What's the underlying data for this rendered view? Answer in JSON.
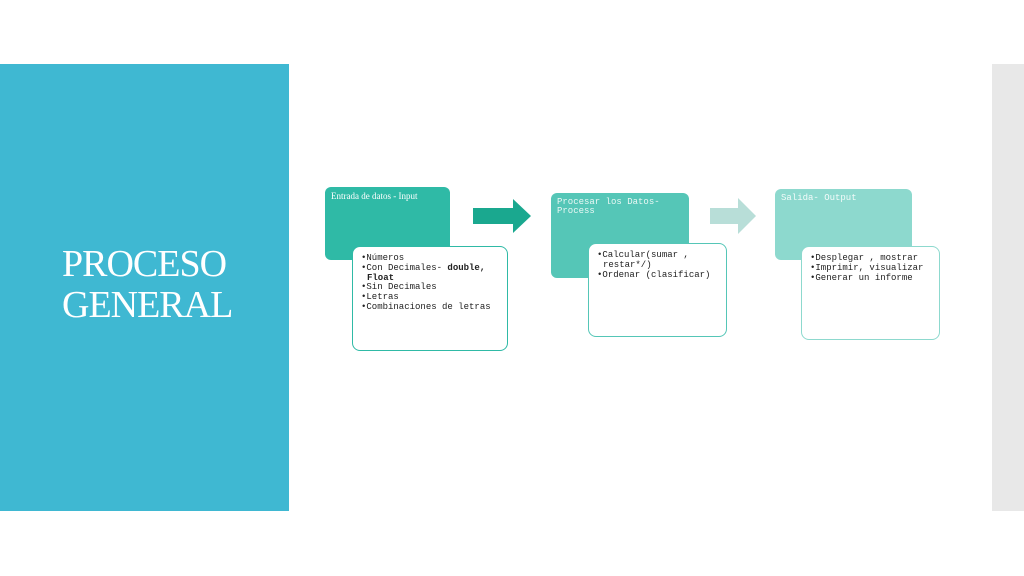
{
  "title": {
    "line1": "PROCESO",
    "line2": "GENERAL"
  },
  "stages": [
    {
      "header": "Entrada de datos - Input",
      "items": [
        {
          "text": "Números"
        },
        {
          "text": "Con Decimales- ",
          "bold": "double, Float"
        },
        {
          "text": "Sin Decimales"
        },
        {
          "text": "Letras"
        },
        {
          "text": "Combinaciones de letras"
        }
      ],
      "color": "#2fbaa6"
    },
    {
      "header": "Procesar los Datos- Process",
      "items": [
        {
          "text": "Calcular(sumar , restar*/)"
        },
        {
          "text": "Ordenar (clasificar)"
        }
      ],
      "color": "#55c6b7"
    },
    {
      "header": "Salida- Output",
      "items": [
        {
          "text": "Desplegar , mostrar"
        },
        {
          "text": "Imprimir, visualizar"
        },
        {
          "text": "Generar un informe"
        }
      ],
      "color": "#8dd9ce"
    }
  ],
  "colors": {
    "side_panel": "#3fb8d2",
    "arrow1": "#1aa88f",
    "arrow2": "#b8ded8"
  }
}
